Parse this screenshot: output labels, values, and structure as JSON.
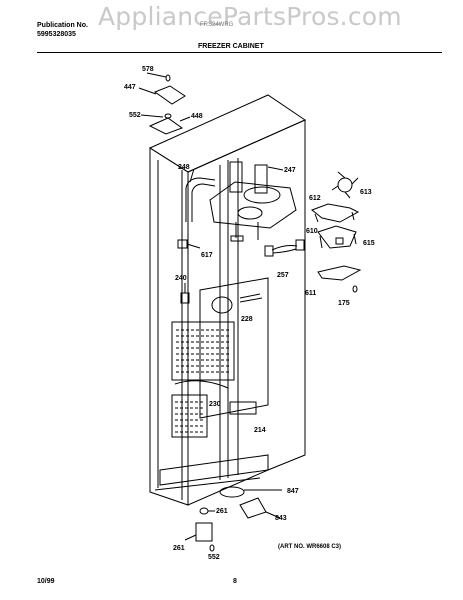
{
  "watermark": "AppliancePartsPros.com",
  "header": {
    "publication_label": "Publication No.",
    "publication_number": "5995328035",
    "model": "FRS24WRG",
    "section_title": "FREEZER CABINET"
  },
  "callouts": [
    "578",
    "447",
    "552",
    "448",
    "248",
    "247",
    "612",
    "613",
    "617",
    "610",
    "615",
    "257",
    "240",
    "611",
    "175",
    "228",
    "230",
    "214",
    "847",
    "261",
    "843",
    "261",
    "552"
  ],
  "art_number": "(ART NO. WR6608 C3)",
  "footer": {
    "date": "10/99",
    "page": "8"
  }
}
